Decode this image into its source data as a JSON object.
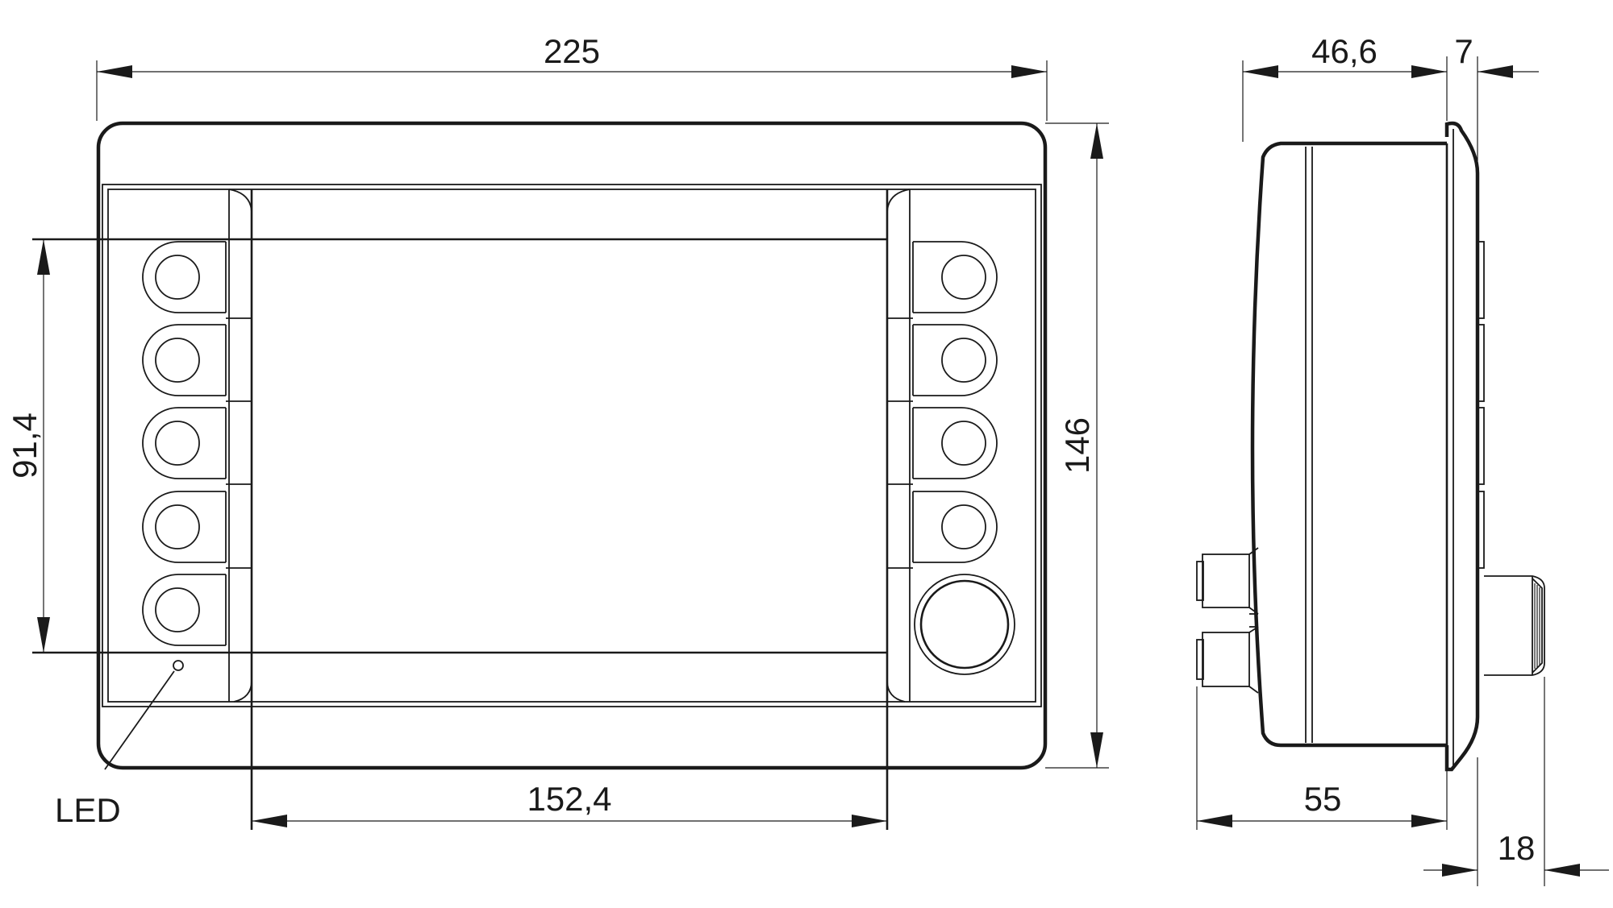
{
  "dimensions": {
    "overall_width": "225",
    "overall_height": "146",
    "screen_width": "152,4",
    "screen_height": "91,4",
    "side_depth": "46,6",
    "front_bezel": "7",
    "connector_depth": "55",
    "knob_depth": "18"
  },
  "labels": {
    "led": "LED"
  },
  "colors": {
    "line": "#1a1a1a",
    "background": "#ffffff"
  }
}
